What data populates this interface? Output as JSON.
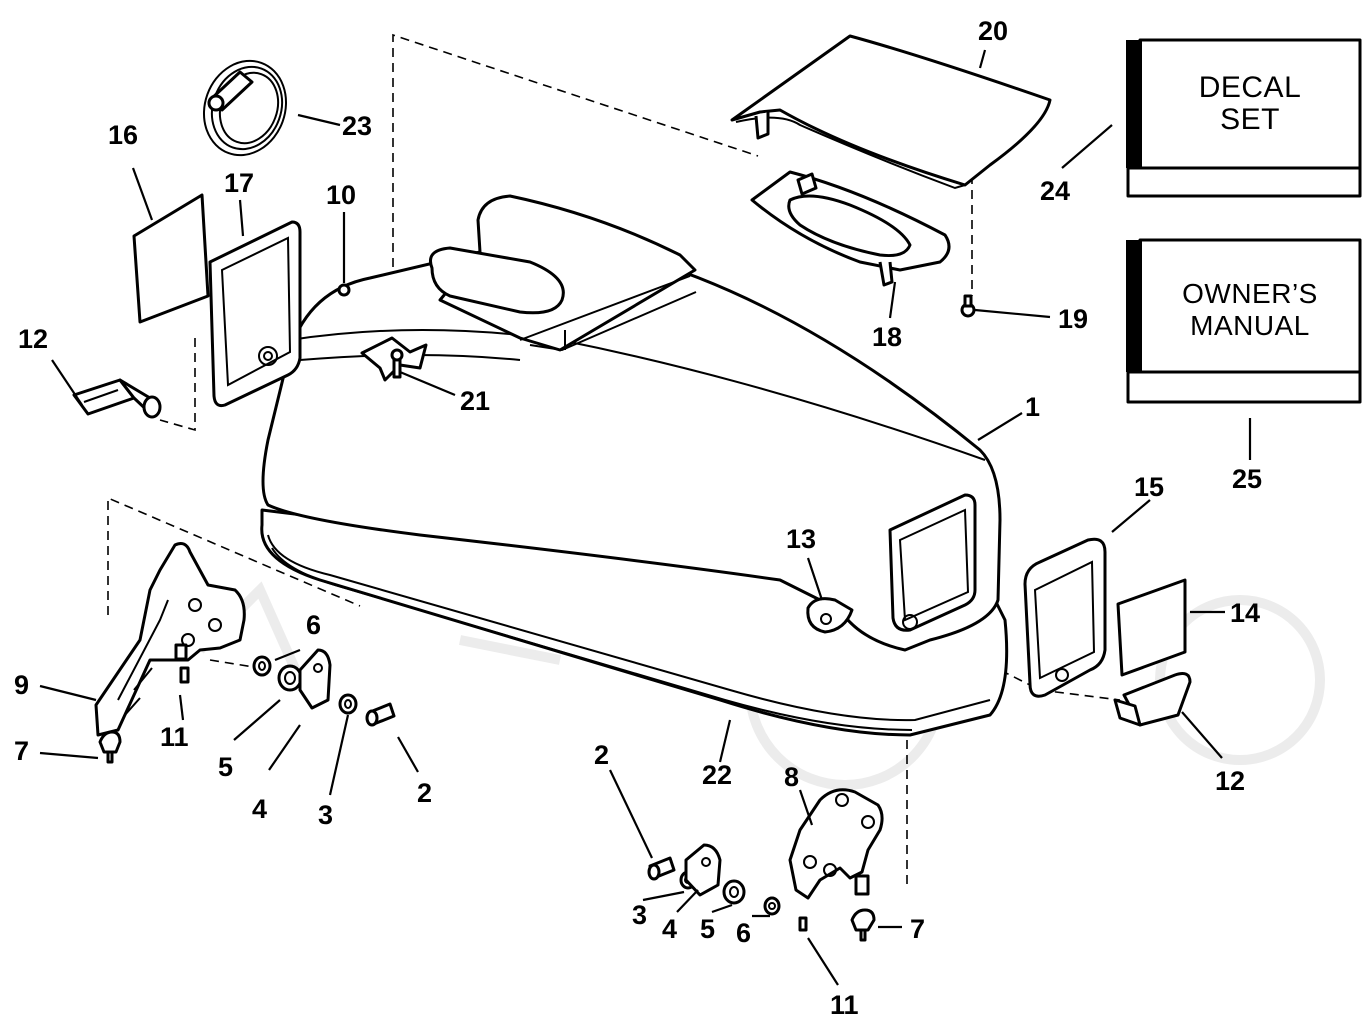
{
  "diagram": {
    "callouts": {
      "c1": "1",
      "c2a": "2",
      "c2b": "2",
      "c3a": "3",
      "c3b": "3",
      "c4a": "4",
      "c4b": "4",
      "c5a": "5",
      "c5b": "5",
      "c6a": "6",
      "c6b": "6",
      "c7a": "7",
      "c7b": "7",
      "c8": "8",
      "c9": "9",
      "c10": "10",
      "c11a": "11",
      "c11b": "11",
      "c12a": "12",
      "c12b": "12",
      "c13": "13",
      "c14": "14",
      "c15": "15",
      "c16": "16",
      "c17": "17",
      "c18": "18",
      "c19": "19",
      "c20": "20",
      "c21": "21",
      "c22": "22",
      "c23": "23",
      "c24": "24",
      "c25": "25"
    },
    "boxes": {
      "decal_set": {
        "line1": "DECAL",
        "line2": "SET"
      },
      "owners_manual": {
        "line1": "OWNER’S",
        "line2": "MANUAL"
      }
    }
  }
}
